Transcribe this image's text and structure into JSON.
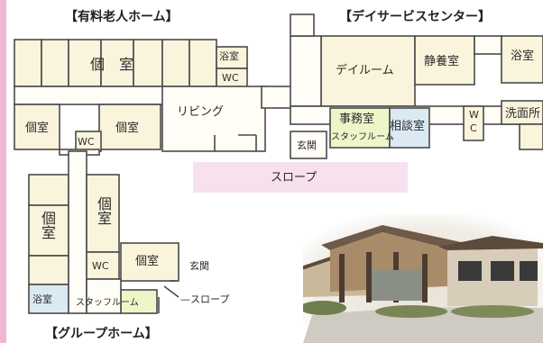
{
  "titles": {
    "nursing_home": "【有料老人ホーム】",
    "day_service": "【デイサービスセンター】",
    "group_home": "【グループホーム】"
  },
  "rooms": {
    "private_top": "個　室",
    "bath_top": "浴室",
    "wc_top": "WC",
    "living": "リビング",
    "private_left": "個室",
    "private_mid": "個室",
    "wc_center": "WC",
    "day_room": "デイルーム",
    "rest_room": "静養室",
    "bath_right": "浴室",
    "office": "事務室",
    "staff_room_top": "スタッフルーム",
    "consult": "相談室",
    "wc_right_1": "W",
    "wc_right_2": "C",
    "washroom": "洗面所",
    "entrance_top": "玄関",
    "slope_top": "スロープ",
    "gh_private_a": "個室",
    "gh_private_b": "個室",
    "gh_wc": "WC",
    "gh_private_c": "個室",
    "gh_entrance": "玄関",
    "gh_bath": "浴室",
    "gh_staff": "スタッフルーム",
    "gh_slope": "—スロープ"
  },
  "colors": {
    "wall": "#4a4a4a",
    "room_fill": "#fbf4dc",
    "corridor": "#fffdf6",
    "office_fill": "#eef6c9",
    "consult_fill": "#dbe9f3",
    "slope_fill": "#f7e1ee",
    "page_edge": "#f2b6d4"
  }
}
